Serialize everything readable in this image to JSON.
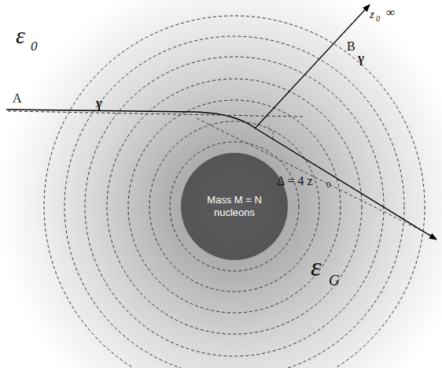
{
  "diagram": {
    "nodes": [
      {
        "text": [
          "Mass M = N nucleons"
        ]
      }
    ],
    "labels": [
      "ε",
      "0",
      "A",
      "γ",
      "z",
      "0",
      "∞",
      "B",
      "γ",
      "Δ = 4 z",
      "0",
      "ε",
      "G"
    ]
  }
}
